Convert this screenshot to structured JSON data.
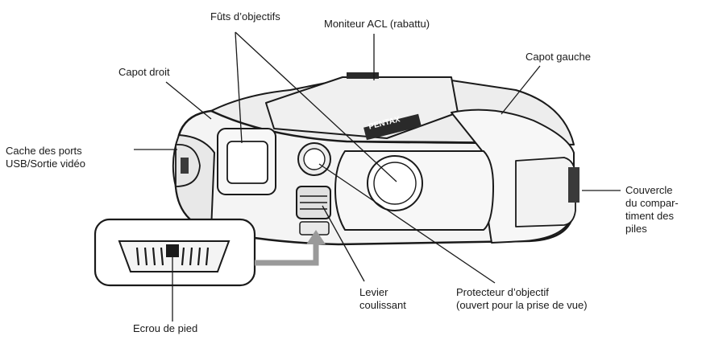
{
  "labels": {
    "futs": "Fûts d’objectifs",
    "moniteur": "Moniteur ACL (rabattu)",
    "capot_gauche": "Capot gauche",
    "capot_droit": "Capot droit",
    "cache_ports_1": "Cache des ports",
    "cache_ports_2": "USB/Sortie vidéo",
    "couvercle_1": "Couvercle",
    "couvercle_2": "du compar-",
    "couvercle_3": "timent des",
    "couvercle_4": "piles",
    "levier_1": "Levier",
    "levier_2": "coulissant",
    "protecteur_1": "Protecteur d’objectif",
    "protecteur_2": "(ouvert pour la prise de vue)",
    "ecrou": "Ecrou de pied",
    "brand": "PENTAX"
  },
  "colors": {
    "ink": "#1a1a1a",
    "body": "#f4f4f4",
    "shade": "#d9d9d9",
    "dark": "#3a3a3a"
  }
}
